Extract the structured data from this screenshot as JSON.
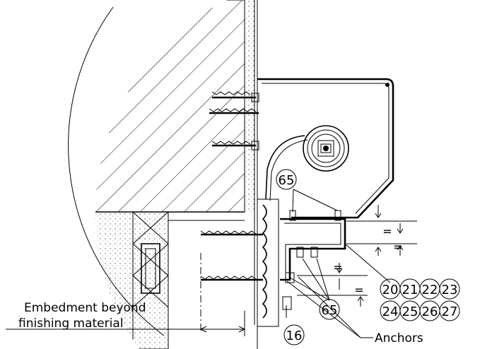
{
  "labels": {
    "embedment_line1": "Embedment beyond",
    "embedment_line2": "finishing material",
    "anchors": "Anchors",
    "equal_sign": "="
  },
  "callouts": {
    "c65_top": "65",
    "c65_bottom": "65",
    "c16": "16",
    "c20": "20",
    "c21": "21",
    "c22": "22",
    "c23": "23",
    "c24": "24",
    "c25": "25",
    "c26": "26",
    "c27": "27"
  }
}
